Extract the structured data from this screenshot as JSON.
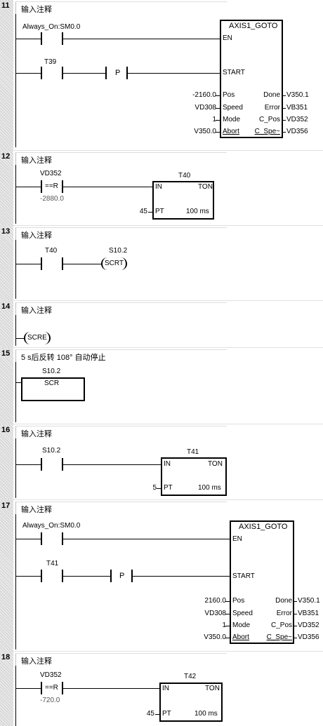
{
  "networks": [
    {
      "num": "11",
      "comment": "输入注释",
      "c1_label": "Always_On:SM0.0",
      "c2_label": "T39",
      "p_label": "P",
      "fb": {
        "title": "AXIS1_GOTO",
        "en": "EN",
        "start": "START",
        "in": [
          {
            "val": "-2160.0",
            "pin": "Pos"
          },
          {
            "val": "VD308",
            "pin": "Speed"
          },
          {
            "val": "1",
            "pin": "Mode"
          },
          {
            "val": "V350.0",
            "pin": "Abort"
          }
        ],
        "out": [
          {
            "pin": "Done",
            "val": "V350.1"
          },
          {
            "pin": "Error",
            "val": "VB351"
          },
          {
            "pin": "C_Pos",
            "val": "VD352"
          },
          {
            "pin": "C_Spe~",
            "val": "VD356"
          }
        ]
      }
    },
    {
      "num": "12",
      "comment": "输入注释",
      "cmp": {
        "top": "VD352",
        "op": "==R",
        "bottom": "-2880.0"
      },
      "timer": {
        "name": "T40",
        "in": "IN",
        "type": "TON",
        "pt_val": "45",
        "pt": "PT",
        "base": "100 ms"
      }
    },
    {
      "num": "13",
      "comment": "输入注释",
      "c_label": "T40",
      "coil_label": "S10.2",
      "coil": "SCRT"
    },
    {
      "num": "14",
      "comment": "输入注释",
      "coil": "SCRE"
    },
    {
      "num": "15",
      "comment": "5 s后反转 108° 自动停止",
      "bit": "S10.2",
      "box": "SCR"
    },
    {
      "num": "16",
      "comment": "输入注释",
      "c_label": "S10.2",
      "timer": {
        "name": "T41",
        "in": "IN",
        "type": "TON",
        "pt_val": "5",
        "pt": "PT",
        "base": "100 ms"
      }
    },
    {
      "num": "17",
      "comment": "输入注释",
      "c1_label": "Always_On:SM0.0",
      "c2_label": "T41",
      "p_label": "P",
      "fb": {
        "title": "AXIS1_GOTO",
        "en": "EN",
        "start": "START",
        "in": [
          {
            "val": "2160.0",
            "pin": "Pos"
          },
          {
            "val": "VD308",
            "pin": "Speed"
          },
          {
            "val": "1",
            "pin": "Mode"
          },
          {
            "val": "V350.0",
            "pin": "Abort"
          }
        ],
        "out": [
          {
            "pin": "Done",
            "val": "V350.1"
          },
          {
            "pin": "Error",
            "val": "VB351"
          },
          {
            "pin": "C_Pos",
            "val": "VD352"
          },
          {
            "pin": "C_Spe~",
            "val": "VD356"
          }
        ]
      }
    },
    {
      "num": "18",
      "comment": "输入注释",
      "cmp": {
        "top": "VD352",
        "op": "==R",
        "bottom": "-720.0"
      },
      "timer": {
        "name": "T42",
        "in": "IN",
        "type": "TON",
        "pt_val": "45",
        "pt": "PT",
        "base": "100 ms"
      }
    }
  ]
}
